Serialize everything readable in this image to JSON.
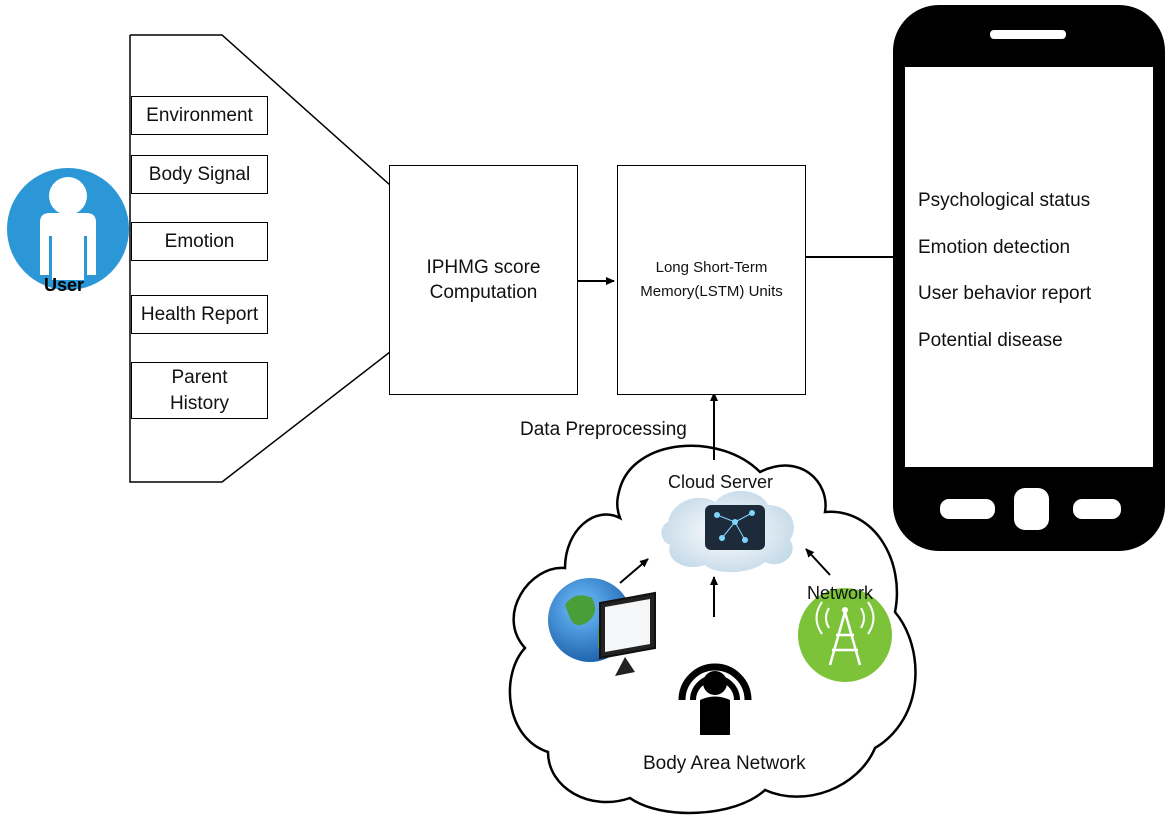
{
  "user_label": "User",
  "inputs": [
    "Environment",
    "Body Signal",
    "Emotion",
    "Health Report",
    "Parent\nHistory"
  ],
  "iphmg": "IPHMG  score\nComputation",
  "lstm": "Long Short-Term\nMemory(LSTM) Units",
  "preprocessing_label": "Data Preprocessing",
  "cloud_server_label": "Cloud Server",
  "network_label": "Network",
  "ban_label": "Body Area Network",
  "outputs": [
    "Psychological status",
    "Emotion detection",
    "User behavior report",
    "Potential disease"
  ],
  "colors": {
    "user_circle": "#2b97d6",
    "network_circle": "#7cc33a",
    "phone": "#000000"
  },
  "icons": [
    "user-icon",
    "globe-monitor-icon",
    "broadcast-person-icon",
    "cell-tower-icon",
    "cloud-server-icon",
    "smartphone-icon"
  ]
}
